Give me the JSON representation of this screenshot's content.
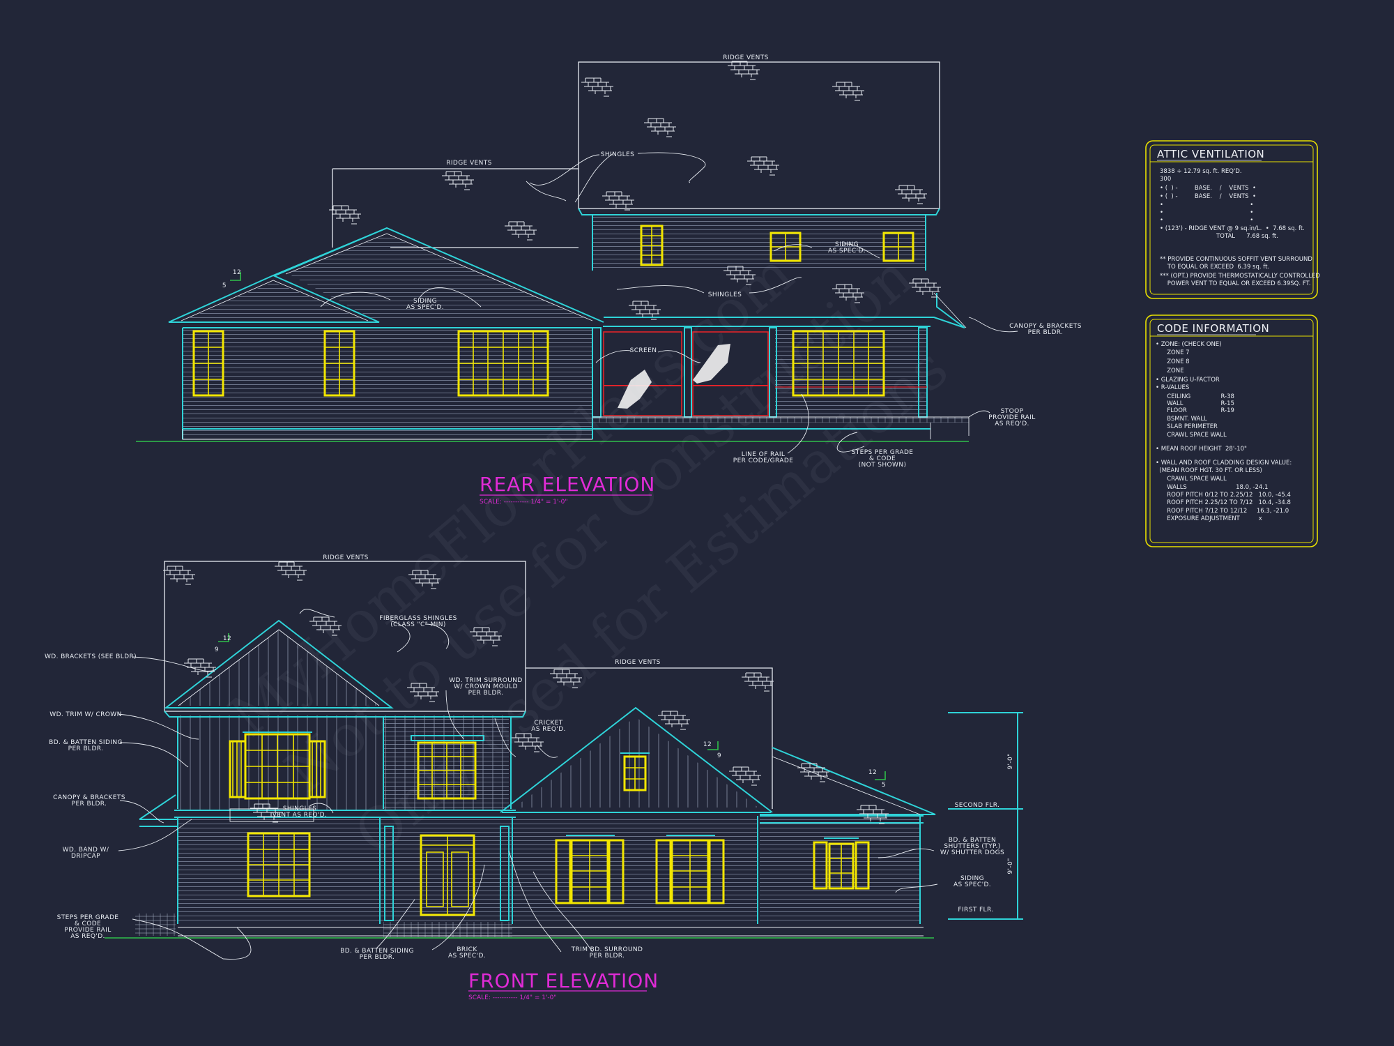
{
  "rear_elevation": {
    "title": "REAR ELEVATION",
    "scale": "SCALE: ----------- 1/4\" = 1'-0\"",
    "labels": {
      "ridge_vents_upper": "RIDGE VENTS",
      "ridge_vents_lower": "RIDGE VENTS",
      "shingles_upper": "SHINGLES",
      "shingles_lower": "SHINGLES",
      "siding_left": [
        "SIDING",
        "AS SPEC'D."
      ],
      "siding_right": [
        "SIDING",
        "AS SPEC'D."
      ],
      "screen": "SCREEN",
      "canopy": [
        "CANOPY & BRACKETS",
        "PER BLDR."
      ],
      "stoop": [
        "STOOP",
        "PROVIDE RAIL",
        "AS REQ'D."
      ],
      "line_of_rail": [
        "LINE OF RAIL",
        "PER CODE/GRADE"
      ],
      "steps": [
        "STEPS PER GRADE",
        "& CODE",
        "(NOT SHOWN)"
      ],
      "pitch_rise": "5",
      "pitch_run": "12"
    }
  },
  "front_elevation": {
    "title": "FRONT ELEVATION",
    "scale": "SCALE: ----------- 1/4\" = 1'-0\"",
    "labels": {
      "ridge_vents_left": "RIDGE VENTS",
      "ridge_vents_right": "RIDGE VENTS",
      "fiberglass": [
        "FIBERGLASS SHINGLES",
        "(CLASS \"C\" MIN)"
      ],
      "wd_brackets": "WD. BRACKETS (SEE BLDR)",
      "wd_trim_crown": "WD. TRIM W/ CROWN",
      "bd_batten_left": [
        "BD. & BATTEN SIDING",
        "PER BLDR."
      ],
      "canopy": [
        "CANOPY & BRACKETS",
        "PER BLDR."
      ],
      "wd_band": [
        "WD. BAND W/",
        "DRIPCAP"
      ],
      "steps": [
        "STEPS PER GRADE",
        "& CODE",
        "PROVIDE RAIL",
        "AS REQ'D."
      ],
      "shingles_vent": [
        "SHINGLES",
        "VENT AS REQ'D."
      ],
      "wd_trim_surround": [
        "WD. TRIM SURROUND",
        "W/ CROWN MOULD",
        "PER BLDR."
      ],
      "cricket": [
        "CRICKET",
        "AS REQ'D."
      ],
      "bd_batten_bottom": [
        "BD. & BATTEN SIDING",
        "PER BLDR."
      ],
      "brick": [
        "BRICK",
        "AS SPEC'D."
      ],
      "trim_bd": [
        "TRIM BD. SURROUND",
        "PER BLDR."
      ],
      "bd_batten_shutters": [
        "BD. & BATTEN",
        "SHUTTERS (TYP.)",
        "W/ SHUTTER DOGS"
      ],
      "siding": [
        "SIDING",
        "AS SPEC'D."
      ],
      "second_flr": "SECOND FLR.",
      "first_flr": "FIRST FLR.",
      "height_upper": "9'-0\"",
      "height_lower": "9'-0\"",
      "pitch_a_rise": "9",
      "pitch_a_run": "12",
      "pitch_b_rise": "9",
      "pitch_b_run": "12",
      "pitch_c_rise": "5",
      "pitch_c_run": "12"
    }
  },
  "attic_ventilation": {
    "title": "ATTIC VENTILATION",
    "lines": [
      "3838 ÷ 12.79 sq. ft. REQ'D.",
      "300",
      "• (  ) -         BASE.    /    VENTS  •",
      "• (  ) -         BASE.    /    VENTS  •",
      "•                                              •",
      "•                                              •",
      "•                                              •",
      "• (123') - RIDGE VENT @ 9 sq.in/L.  •  7.68 sq. ft.",
      "                              TOTAL      7.68 sq. ft.",
      "** PROVIDE CONTINUOUS SOFFIT VENT SURROUND",
      "    TO EQUAL OR EXCEED  6.39 sq. ft.",
      "*** (OPT.) PROVIDE THERMOSTATICALLY CONTROLLED",
      "    POWER VENT TO EQUAL OR EXCEED 6.39SQ. FT."
    ]
  },
  "code_information": {
    "title": "CODE INFORMATION",
    "lines": [
      "• ZONE: (CHECK ONE)",
      "      ZONE 7",
      "      ZONE 8",
      "      ZONE",
      "• GLAZING U-FACTOR",
      "• R-VALUES",
      "      CEILING                R-38",
      "      WALL                    R-15",
      "      FLOOR                  R-19",
      "      BSMNT. WALL",
      "      SLAB PERIMETER",
      "      CRAWL SPACE WALL",
      "• MEAN ROOF HEIGHT  28'-10\"",
      "• WALL AND ROOF CLADDING DESIGN VALUE:",
      "  (MEAN ROOF HGT. 30 FT. OR LESS)",
      "      CRAWL SPACE WALL",
      "      WALLS                          18.0, -24.1",
      "      ROOF PITCH 0/12 TO 2.25/12   10.0, -45.4",
      "      ROOF PITCH 2.25/12 TO 7/12   10.4, -34.8",
      "      ROOF PITCH 7/12 TO 12/12     16.3, -21.0",
      "      EXPOSURE ADJUSTMENT          x"
    ]
  },
  "watermark": {
    "line1": "MyHomeFloorPlans.com",
    "line2": "Not to use for Construction",
    "line3": "Only used for Estimations"
  }
}
